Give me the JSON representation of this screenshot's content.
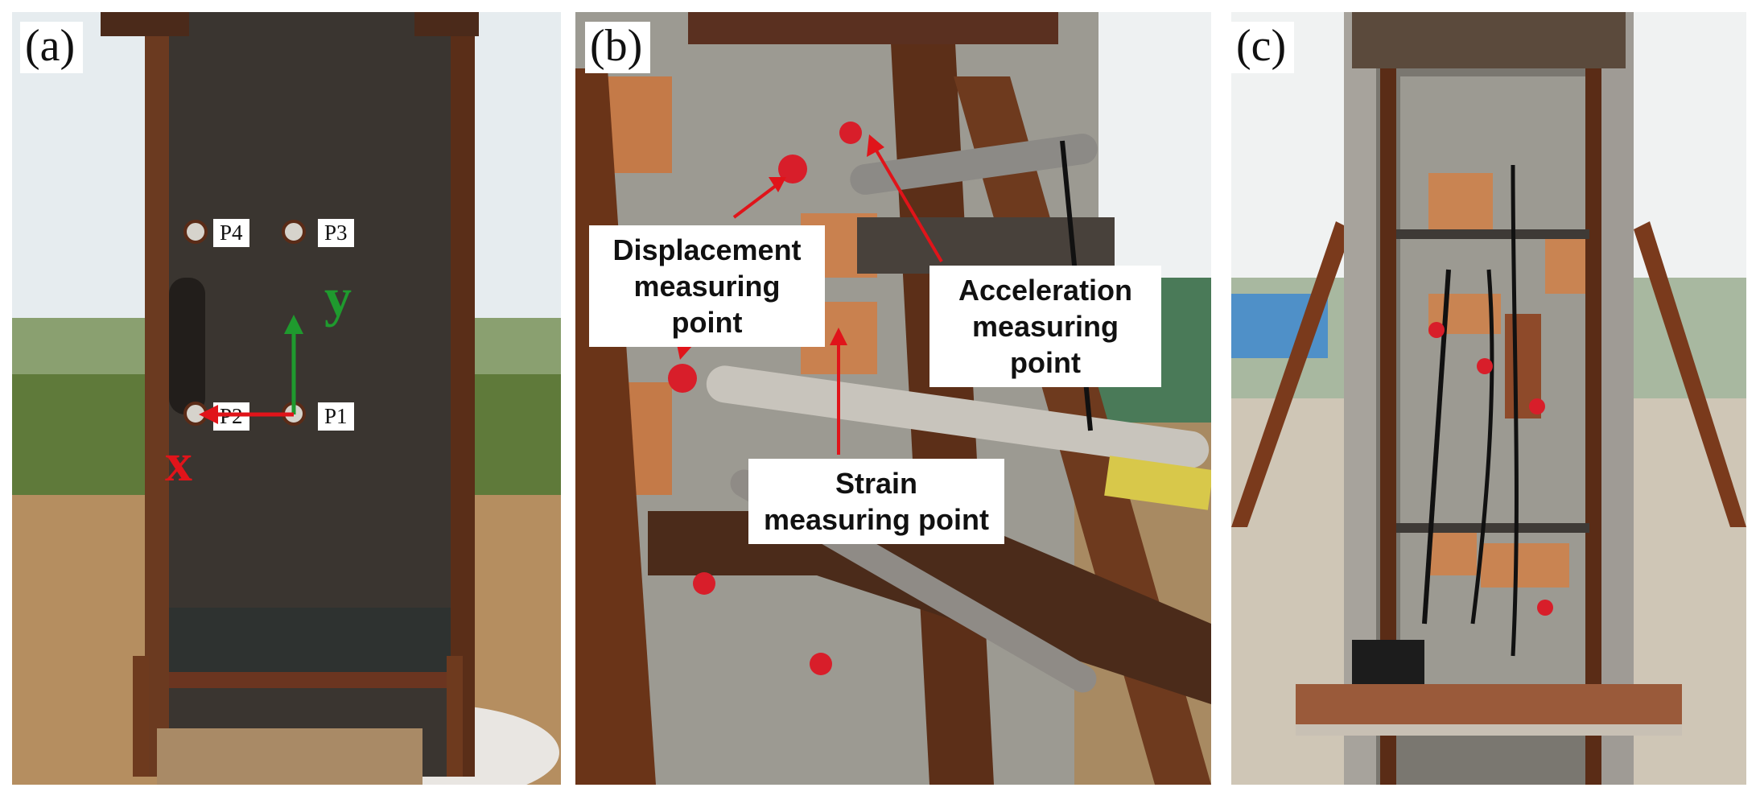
{
  "panels": {
    "a": {
      "label": "(a)",
      "points": {
        "p1": "P1",
        "p2": "P2",
        "p3": "P3",
        "p4": "P4"
      },
      "axes": {
        "x": "x",
        "y": "y"
      }
    },
    "b": {
      "label": "(b)",
      "callouts": {
        "displacement": "Displacement measuring point",
        "acceleration": "Acceleration measuring point",
        "strain": "Strain measuring point"
      }
    },
    "c": {
      "label": "(c)"
    }
  },
  "colors": {
    "steel": "#3a3530",
    "rust": "#7a3a1c",
    "concrete": "#9c9a92",
    "copper": "#c07a4a",
    "sky": "#e8eef2",
    "grass": "#5f7a3a",
    "soil": "#b08a5c",
    "arrow_red": "#e0141a",
    "axis_green": "#1f9a2e"
  }
}
